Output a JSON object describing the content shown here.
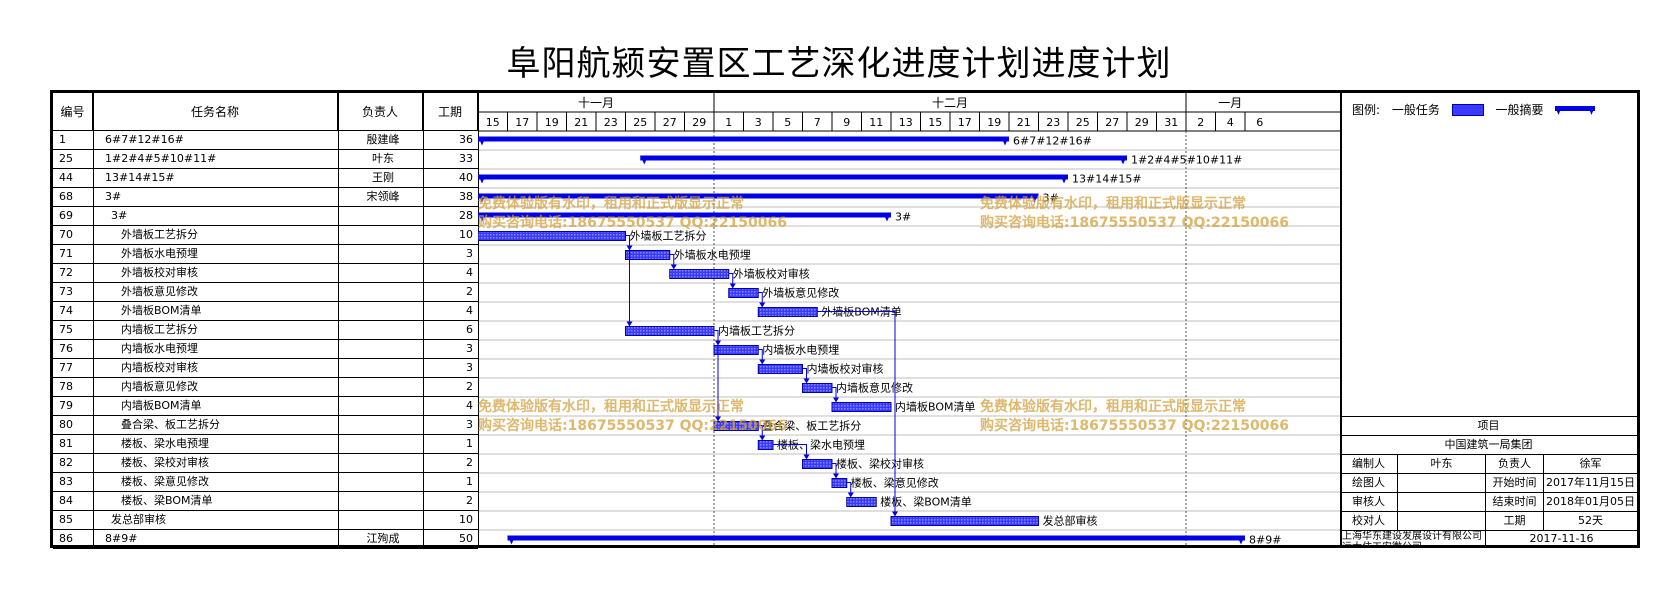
{
  "title": "阜阳航颍安置区工艺深化进度计划进度计划",
  "headers": {
    "id": "编号",
    "name": "任务名称",
    "owner": "负责人",
    "duration": "工期"
  },
  "months": [
    {
      "label": "十一月",
      "from": 0,
      "to": 8
    },
    {
      "label": "十二月",
      "from": 8,
      "to": 24
    },
    {
      "label": "一月",
      "from": 24,
      "to": 27
    }
  ],
  "days": [
    "15",
    "17",
    "19",
    "21",
    "23",
    "25",
    "27",
    "29",
    "1",
    "3",
    "5",
    "7",
    "9",
    "11",
    "13",
    "15",
    "17",
    "19",
    "21",
    "23",
    "25",
    "27",
    "29",
    "31",
    "2",
    "4",
    "6"
  ],
  "tasks": [
    {
      "id": "1",
      "name": "6#7#12#16#",
      "owner": "殷建峰",
      "duration": "36",
      "indent": 0,
      "type": "summary",
      "start": 0,
      "end": 36,
      "label": "6#7#12#16#"
    },
    {
      "id": "25",
      "name": "1#2#4#5#10#11#",
      "owner": "叶东",
      "duration": "33",
      "indent": 0,
      "type": "summary",
      "start": 11,
      "end": 44,
      "label": "1#2#4#5#10#11#"
    },
    {
      "id": "44",
      "name": "13#14#15#",
      "owner": "王刚",
      "duration": "40",
      "indent": 0,
      "type": "summary",
      "start": 0,
      "end": 40,
      "label": "13#14#15#"
    },
    {
      "id": "68",
      "name": "3#",
      "owner": "宋领峰",
      "duration": "38",
      "indent": 0,
      "type": "summary",
      "start": 0,
      "end": 38,
      "label": "3#"
    },
    {
      "id": "69",
      "name": "3#",
      "owner": "",
      "duration": "28",
      "indent": 1,
      "type": "summary",
      "start": 0,
      "end": 28,
      "label": "3#"
    },
    {
      "id": "70",
      "name": "外墙板工艺拆分",
      "owner": "",
      "duration": "10",
      "indent": 2,
      "type": "task",
      "start": 0,
      "end": 10,
      "label": "外墙板工艺拆分"
    },
    {
      "id": "71",
      "name": "外墙板水电预埋",
      "owner": "",
      "duration": "3",
      "indent": 2,
      "type": "task",
      "start": 10,
      "end": 13,
      "label": "外墙板水电预埋"
    },
    {
      "id": "72",
      "name": "外墙板校对审核",
      "owner": "",
      "duration": "4",
      "indent": 2,
      "type": "task",
      "start": 13,
      "end": 17,
      "label": "外墙板校对审核"
    },
    {
      "id": "73",
      "name": "外墙板意见修改",
      "owner": "",
      "duration": "2",
      "indent": 2,
      "type": "task",
      "start": 17,
      "end": 19,
      "label": "外墙板意见修改"
    },
    {
      "id": "74",
      "name": "外墙板BOM清单",
      "owner": "",
      "duration": "4",
      "indent": 2,
      "type": "task",
      "start": 19,
      "end": 23,
      "label": "外墙板BOM清单"
    },
    {
      "id": "75",
      "name": "内墙板工艺拆分",
      "owner": "",
      "duration": "6",
      "indent": 2,
      "type": "task",
      "start": 10,
      "end": 16,
      "label": "内墙板工艺拆分"
    },
    {
      "id": "76",
      "name": "内墙板水电预埋",
      "owner": "",
      "duration": "3",
      "indent": 2,
      "type": "task",
      "start": 16,
      "end": 19,
      "label": "内墙板水电预埋"
    },
    {
      "id": "77",
      "name": "内墙板校对审核",
      "owner": "",
      "duration": "3",
      "indent": 2,
      "type": "task",
      "start": 19,
      "end": 22,
      "label": "内墙板校对审核"
    },
    {
      "id": "78",
      "name": "内墙板意见修改",
      "owner": "",
      "duration": "2",
      "indent": 2,
      "type": "task",
      "start": 22,
      "end": 24,
      "label": "内墙板意见修改"
    },
    {
      "id": "79",
      "name": "内墙板BOM清单",
      "owner": "",
      "duration": "4",
      "indent": 2,
      "type": "task",
      "start": 24,
      "end": 28,
      "label": "内墙板BOM清单"
    },
    {
      "id": "80",
      "name": "叠合梁、板工艺拆分",
      "owner": "",
      "duration": "3",
      "indent": 2,
      "type": "task",
      "start": 16,
      "end": 19,
      "label": "叠合梁、板工艺拆分"
    },
    {
      "id": "81",
      "name": "楼板、梁水电预埋",
      "owner": "",
      "duration": "1",
      "indent": 2,
      "type": "task",
      "start": 19,
      "end": 20,
      "label": "楼板、梁水电预埋"
    },
    {
      "id": "82",
      "name": "楼板、梁校对审核",
      "owner": "",
      "duration": "2",
      "indent": 2,
      "type": "task",
      "start": 22,
      "end": 24,
      "label": "楼板、梁校对审核"
    },
    {
      "id": "83",
      "name": "楼板、梁意见修改",
      "owner": "",
      "duration": "1",
      "indent": 2,
      "type": "task",
      "start": 24,
      "end": 25,
      "label": "楼板、梁意见修改"
    },
    {
      "id": "84",
      "name": "楼板、梁BOM清单",
      "owner": "",
      "duration": "2",
      "indent": 2,
      "type": "task",
      "start": 25,
      "end": 27,
      "label": "楼板、梁BOM清单"
    },
    {
      "id": "85",
      "name": "发总部审核",
      "owner": "",
      "duration": "10",
      "indent": 1,
      "type": "task",
      "start": 28,
      "end": 38,
      "label": "发总部审核"
    },
    {
      "id": "86",
      "name": "8#9#",
      "owner": "江殉成",
      "duration": "50",
      "indent": 0,
      "type": "summary",
      "start": 2,
      "end": 52,
      "label": "8#9#"
    }
  ],
  "legend": {
    "label": "图例:",
    "task": "一般任务",
    "summary": "一般摘要"
  },
  "info": {
    "project_label": "项目",
    "company": "中国建筑一局集团",
    "editor_label": "编制人",
    "editor": "叶东",
    "owner_label": "负责人",
    "owner": "徐军",
    "drawer_label": "绘图人",
    "start_label": "开始时间",
    "start": "2017年11月15日",
    "reviewer_label": "审核人",
    "end_label": "结束时间",
    "end": "2018年01月05日",
    "checker_label": "校对人",
    "duration_label": "工期",
    "duration": "52天",
    "designer": "上海华东建设发展设计有限公司 远大住工安徽公司",
    "date": "2017-11-16"
  },
  "watermark": {
    "line1": "免费体验版有水印，租用和正式版显示正常",
    "line2": "购买咨询电话:18675550537 QQ:22150066"
  },
  "colors": {
    "bar": "#0000e6",
    "task_fill": "#3a3aff",
    "watermark": "#d2a03c"
  }
}
